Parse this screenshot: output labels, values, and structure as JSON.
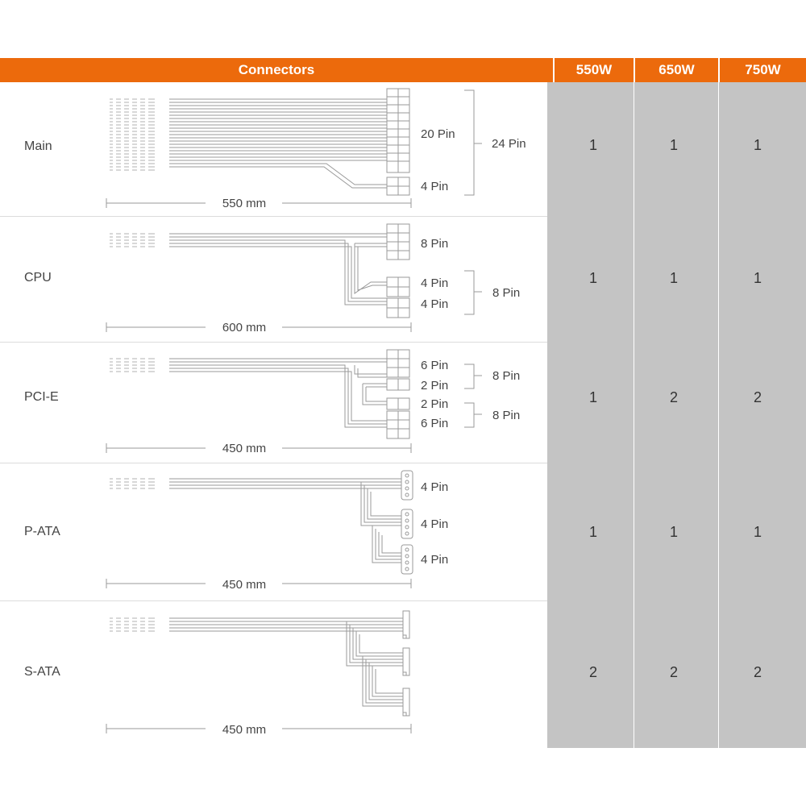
{
  "header": {
    "connectors": "Connectors",
    "w550": "550W",
    "w650": "650W",
    "w750": "750W"
  },
  "rows": [
    {
      "label": "Main",
      "values": [
        "1",
        "1",
        "1"
      ],
      "length": "550 mm",
      "pins": [
        "20 Pin",
        "4 Pin"
      ],
      "group": [
        "24 Pin"
      ]
    },
    {
      "label": "CPU",
      "values": [
        "1",
        "1",
        "1"
      ],
      "length": "600 mm",
      "pins": [
        "8 Pin",
        "4 Pin",
        "4 Pin"
      ],
      "group": [
        "8 Pin"
      ]
    },
    {
      "label": "PCI-E",
      "values": [
        "1",
        "2",
        "2"
      ],
      "length": "450 mm",
      "pins": [
        "6 Pin",
        "2 Pin",
        "2 Pin",
        "6 Pin"
      ],
      "group": [
        "8 Pin",
        "8 Pin"
      ]
    },
    {
      "label": "P-ATA",
      "values": [
        "1",
        "1",
        "1"
      ],
      "length": "450 mm",
      "pins": [
        "4 Pin",
        "4 Pin",
        "4 Pin"
      ],
      "group": []
    },
    {
      "label": "S-ATA",
      "values": [
        "2",
        "2",
        "2"
      ],
      "length": "450 mm",
      "pins": [],
      "group": []
    }
  ],
  "colors": {
    "header": "#ec6a0c",
    "wattage_column": "#c4c4c4",
    "line": "#9a9a9a"
  }
}
